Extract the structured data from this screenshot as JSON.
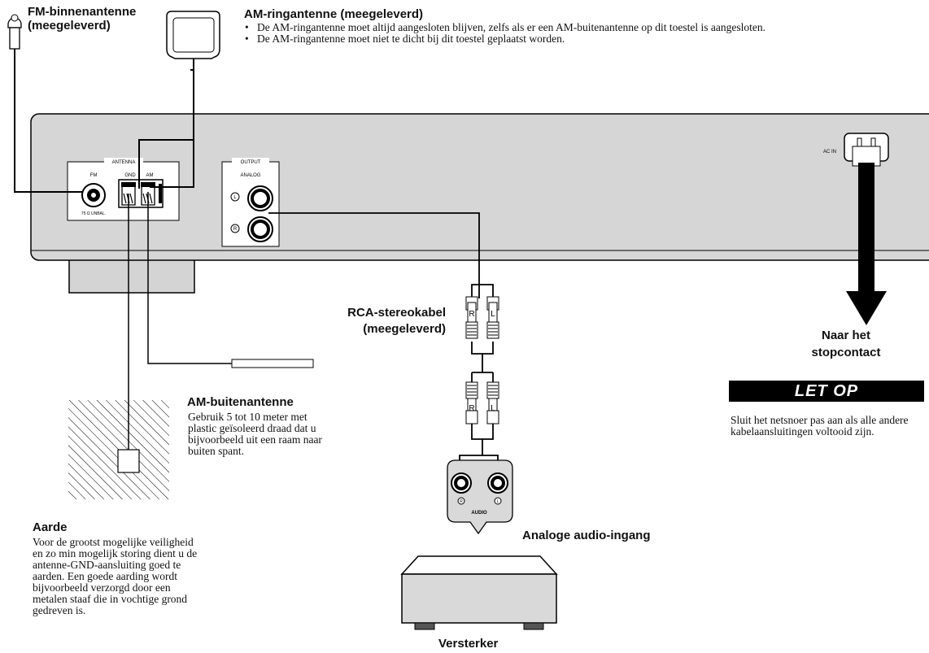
{
  "labels": {
    "fm_antenna": "FM-binnenantenne\n(meegeleverd)",
    "am_loop_title": "AM-ringantenne (meegeleverd)",
    "am_loop_bullets": [
      "De AM-ringantenne moet altijd aangesloten blijven, zelfs als er een AM-buitenantenne op dit toestel is aangesloten.",
      "De AM-ringantenne moet niet te dicht bij dit toestel geplaatst worden."
    ],
    "rca_cable": "RCA-stereokabel\n(meegeleverd)",
    "outlet": "Naar het\nstopcontact",
    "caution_title": "LET OP",
    "caution_text": "Sluit het netsnoer pas aan als alle andere kabelaansluitingen voltooid zijn.",
    "am_outdoor_title": "AM-buitenantenne",
    "am_outdoor_text": "Gebruik 5 tot 10 meter met plastic geïsoleerd draad dat u bijvoorbeeld uit een raam naar buiten spant.",
    "ground_title": "Aarde",
    "ground_text": "Voor de grootst mogelijke veiligheid en zo min mogelijk storing dient u de antenne-GND-aansluiting goed te aarden. Een goede aarding wordt bijvoorbeeld verzorgd door een metalen staaf die in vochtige grond gedreven is.",
    "analog_input": "Analoge audio-ingang",
    "amplifier": "Versterker"
  },
  "panel": {
    "antenna": "ANTENNA",
    "fm": "FM",
    "fm_imp": "75 Ω UNBAL.",
    "gnd": "GND",
    "am": "AM",
    "output": "OUTPUT",
    "analog": "ANALOG",
    "ac_in": "AC IN",
    "l": "L",
    "r": "R",
    "audio": "AUDIO"
  },
  "plug_letters": {
    "r": "R",
    "l": "L"
  }
}
